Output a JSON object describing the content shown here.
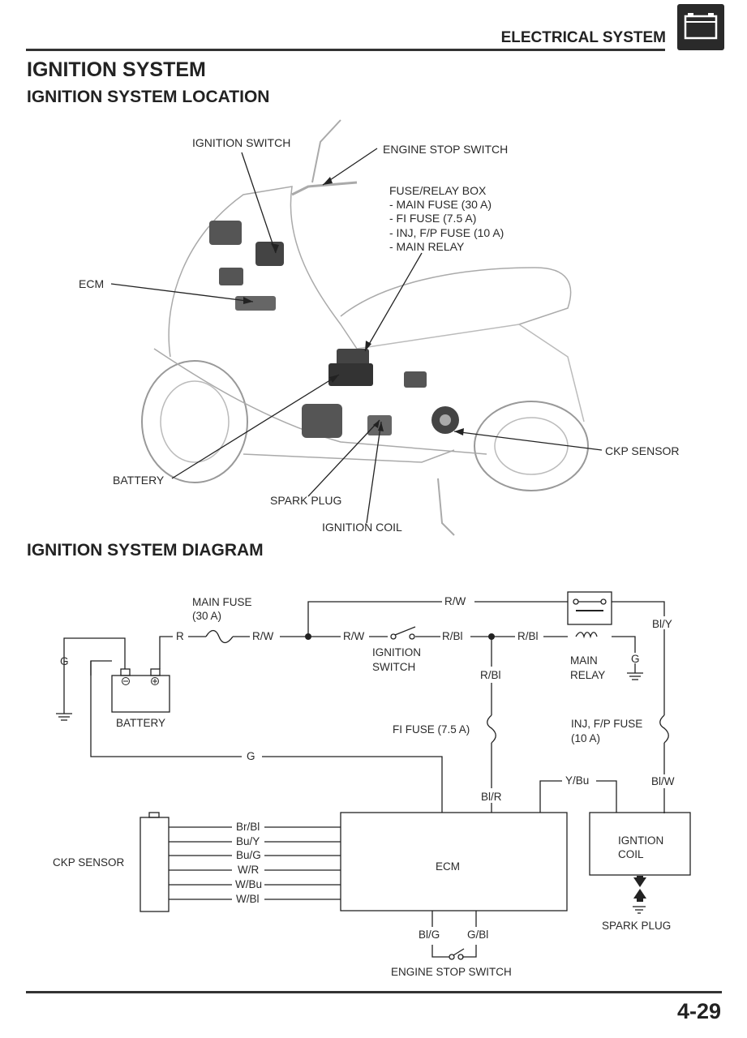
{
  "header": {
    "section": "ELECTRICAL SYSTEM",
    "icon": "battery-icon"
  },
  "page": {
    "title": "IGNITION SYSTEM",
    "location_heading": "IGNITION SYSTEM LOCATION",
    "diagram_heading": "IGNITION SYSTEM DIAGRAM",
    "page_number": "4-29"
  },
  "location": {
    "labels": {
      "ignition_switch": "IGNITION SWITCH",
      "engine_stop_switch": "ENGINE STOP SWITCH",
      "fuse_box": [
        "FUSE/RELAY BOX",
        "- MAIN FUSE (30 A)",
        "- FI FUSE (7.5 A)",
        "- INJ, F/P FUSE (10 A)",
        "- MAIN RELAY"
      ],
      "ecm": "ECM",
      "ckp_sensor": "CKP SENSOR",
      "battery": "BATTERY",
      "spark_plug": "SPARK PLUG",
      "ignition_coil": "IGNITION COIL"
    }
  },
  "diagram": {
    "main_fuse": [
      "MAIN FUSE",
      "(30 A)"
    ],
    "wires": {
      "r": "R",
      "rw_1": "R/W",
      "rw_2": "R/W",
      "rw_top": "R/W",
      "rbl_1": "R/Bl",
      "rbl_2": "R/Bl",
      "rbl_v": "R/Bl",
      "bly": "Bl/Y",
      "g_left": "G",
      "g_relay": "G",
      "g_mid": "G",
      "blr": "Bl/R",
      "ybu": "Y/Bu",
      "blw": "Bl/W",
      "blg": "Bl/G",
      "gbl": "G/Bl"
    },
    "ignition_switch": [
      "IGNITION",
      "SWITCH"
    ],
    "main_relay": [
      "MAIN",
      "RELAY"
    ],
    "battery": "BATTERY",
    "fi_fuse": "FI FUSE (7.5 A)",
    "inj_fuse": [
      "INJ, F/P FUSE",
      "(10 A)"
    ],
    "ckp_sensor": "CKP SENSOR",
    "ckp_wires": [
      "Br/Bl",
      "Bu/Y",
      "Bu/G",
      "W/R",
      "W/Bu",
      "W/Bl"
    ],
    "ecm": "ECM",
    "ignition_coil": [
      "IGNTION",
      "COIL"
    ],
    "spark_plug": "SPARK PLUG",
    "engine_stop_switch": "ENGINE STOP SWITCH"
  }
}
